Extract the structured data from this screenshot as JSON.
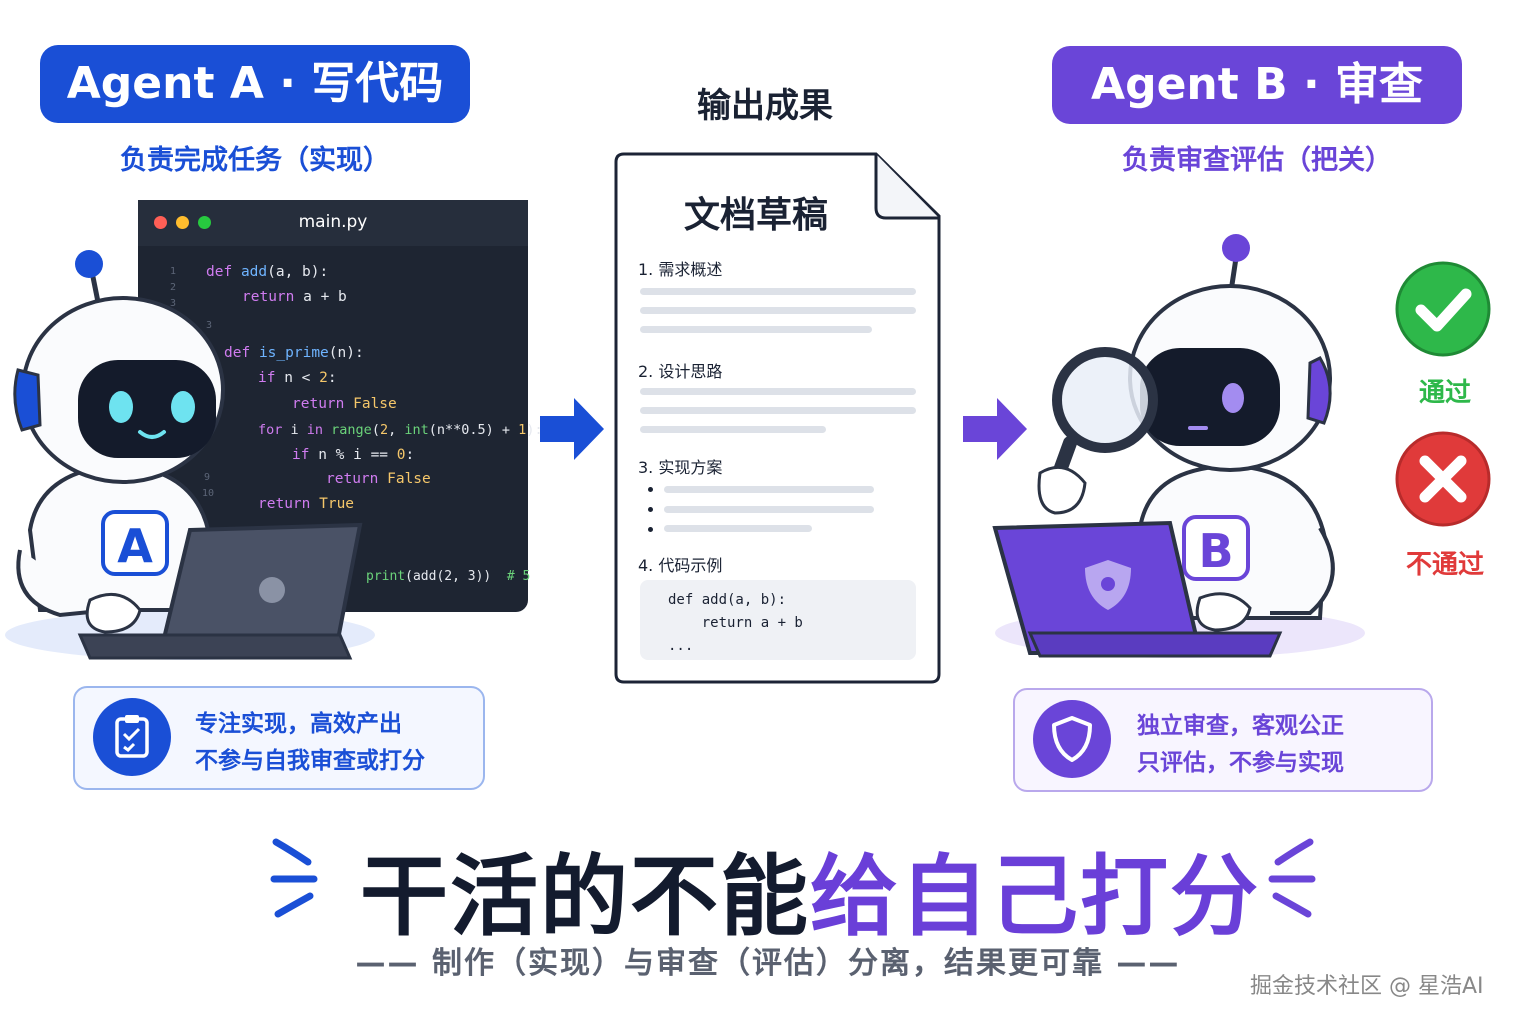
{
  "agent_a": {
    "title": "Agent A · 写代码",
    "subtitle": "负责完成任务（实现）",
    "badge_letter": "A",
    "info_line1": "专注实现，高效产出",
    "info_line2": "不参与自我审查或打分"
  },
  "agent_b": {
    "title": "Agent B · 审查",
    "subtitle": "负责审查评估（把关）",
    "badge_letter": "B",
    "info_line1": "独立审查，客观公正",
    "info_line2": "只评估，不参与实现",
    "pass_label": "通过",
    "fail_label": "不通过"
  },
  "code_window": {
    "filename": "main.py",
    "line_numbers": [
      "1",
      "2",
      "3",
      "3",
      "9",
      "10"
    ]
  },
  "code": {
    "l1_kw": "def",
    "l1_fn": "add",
    "l1_rest": "(a, b):",
    "l2_kw": "return",
    "l2_rest": " a + b",
    "l3_kw": "def",
    "l3_fn": "is_prime",
    "l3_rest": "(n):",
    "l4_kw": "if",
    "l4_mid": " n < ",
    "l4_num": "2",
    "l4_end": ":",
    "l5_kw": "return",
    "l5_val": " False",
    "l6_kw": "for",
    "l6_mid": " i ",
    "l6_kw2": "in",
    "l6_fn": " range",
    "l6_rest1": "(",
    "l6_n1": "2",
    "l6_rest2": ", ",
    "l6_fn2": "int",
    "l6_rest3": "(n**0.5) + ",
    "l6_n2": "1",
    "l6_rest4": "):",
    "l7_kw": "if",
    "l7_mid": " n % i == ",
    "l7_num": "0",
    "l7_end": ":",
    "l8_kw": "return",
    "l8_val": " False",
    "l9_kw": "return",
    "l9_val": " True",
    "l10_fn": "print",
    "l10_rest": "(add(2, 3))",
    "l10_cmt": "  # 5"
  },
  "output": {
    "heading": "输出成果",
    "doc_title": "文档草稿",
    "sections": [
      "1. 需求概述",
      "2. 设计思路",
      "3. 实现方案",
      "4. 代码示例"
    ],
    "code_sample": [
      "def add(a, b):",
      "    return a + b",
      "..."
    ]
  },
  "slogan": {
    "part1": "干活的不能",
    "part2": "给自己打分",
    "tagline": "—— 制作（实现）与审查（评估）分离，结果更可靠 ——"
  },
  "watermark": "掘金技术社区 @ 星浩AI",
  "colors": {
    "agent_a": "#1a4fd6",
    "agent_b": "#6a45d8",
    "pass": "#2eb84a",
    "fail": "#e03a3a"
  },
  "icons": [
    "clipboard-check-icon",
    "shield-icon",
    "check-icon",
    "cross-icon",
    "magnifier-icon",
    "arrow-right-icon"
  ]
}
